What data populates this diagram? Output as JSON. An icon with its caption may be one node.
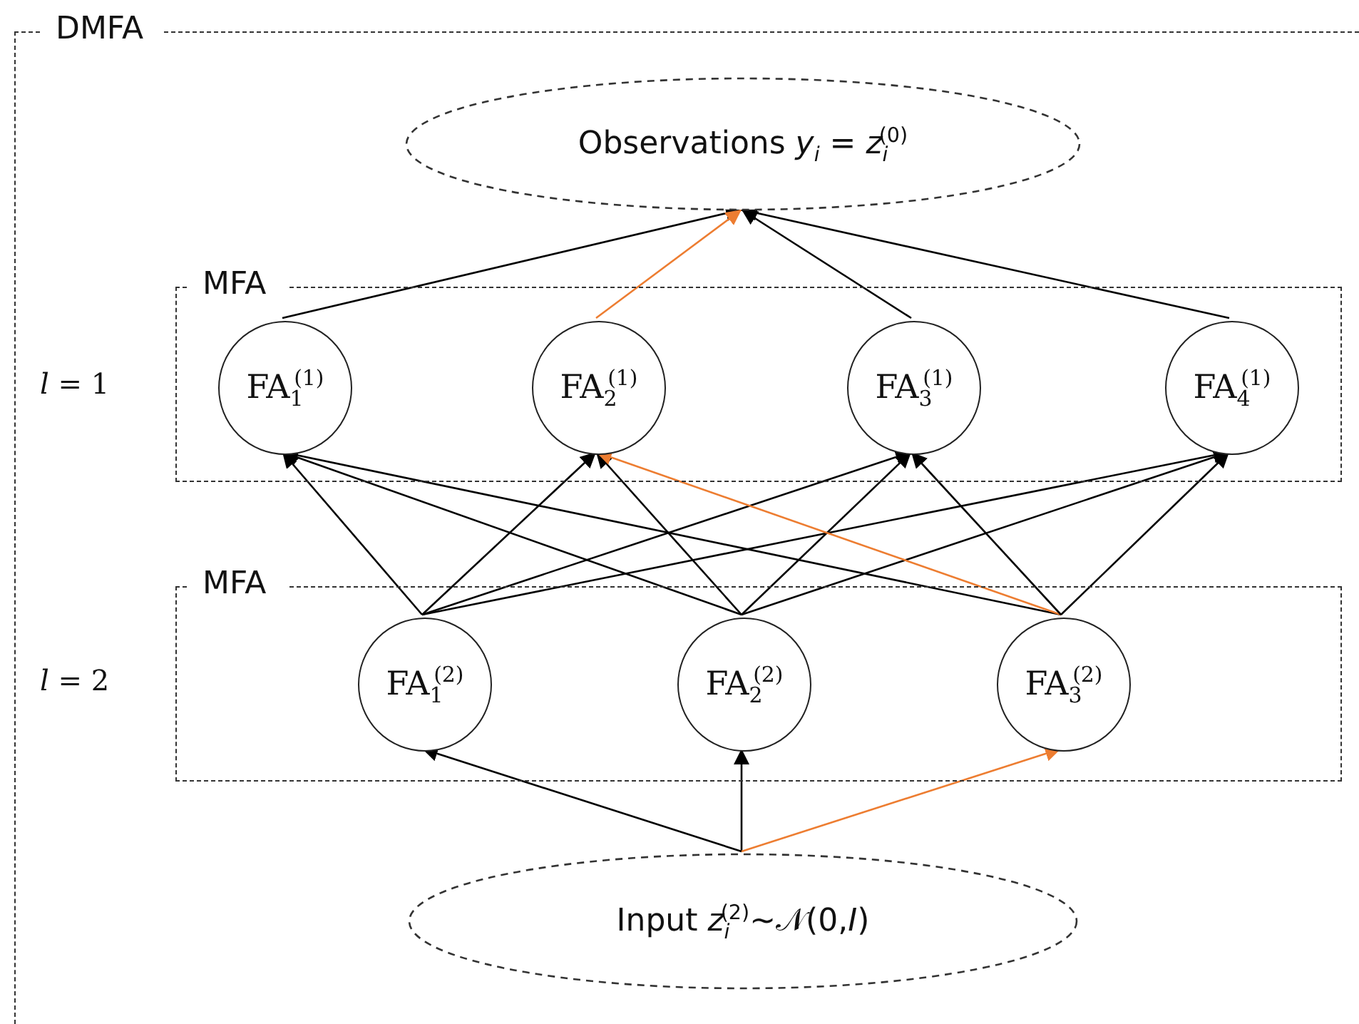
{
  "diagram": {
    "nodes": [
      {
        "text": [
          "DMFA"
        ]
      },
      {
        "text": [
          "Observations *y*$_{i}$ = *z*$_{i}$$^{(0)}$"
        ],
        "in": 0
      },
      {
        "text": [
          "MFA"
        ],
        "in": 0
      },
      {
        "text": [
          "FA$_{1}$$^{(1)}$"
        ],
        "in": 2
      },
      {
        "text": [
          "FA$_{2}$$^{(1)}$"
        ],
        "in": 2
      },
      {
        "text": [
          "FA$_{3}$$^{(1)}$"
        ],
        "in": 2
      },
      {
        "text": [
          "FA$_{4}$$^{(1)}$"
        ],
        "in": 2
      },
      {
        "text": [
          "MFA"
        ],
        "in": 0
      },
      {
        "text": [
          "FA$_{1}$$^{(2)}$"
        ],
        "in": 7
      },
      {
        "text": [
          "FA$_{2}$$^{(2)}$"
        ],
        "in": 7
      },
      {
        "text": [
          "FA$_{3}$$^{(2)}$"
        ],
        "in": 7
      },
      {
        "text": [
          "Input *z*$_{i}$$^{(2)}$~𝒩(0,*I*)"
        ],
        "in": 0
      }
    ],
    "edges": [
      {
        "from": 3,
        "to": 1,
        "arrow": "to"
      },
      {
        "from": 4,
        "to": 1,
        "arrow": "to",
        "color": "#ed7d31"
      },
      {
        "from": 5,
        "to": 1,
        "arrow": "to"
      },
      {
        "from": 6,
        "to": 1,
        "arrow": "to"
      },
      {
        "from": 8,
        "to": 3,
        "arrow": "to"
      },
      {
        "from": 8,
        "to": 4,
        "arrow": "to"
      },
      {
        "from": 8,
        "to": 5,
        "arrow": "to"
      },
      {
        "from": 8,
        "to": 6,
        "arrow": "to"
      },
      {
        "from": 9,
        "to": 3,
        "arrow": "to"
      },
      {
        "from": 9,
        "to": 4,
        "arrow": "to"
      },
      {
        "from": 9,
        "to": 5,
        "arrow": "to"
      },
      {
        "from": 9,
        "to": 6,
        "arrow": "to"
      },
      {
        "from": 10,
        "to": 3,
        "arrow": "to"
      },
      {
        "from": 10,
        "to": 4,
        "arrow": "to",
        "color": "#ed7d31"
      },
      {
        "from": 10,
        "to": 5,
        "arrow": "to"
      },
      {
        "from": 10,
        "to": 6,
        "arrow": "to"
      },
      {
        "from": 11,
        "to": 8,
        "arrow": "to"
      },
      {
        "from": 11,
        "to": 9,
        "arrow": "to"
      },
      {
        "from": 11,
        "to": 10,
        "arrow": "to",
        "color": "#ed7d31"
      }
    ],
    "labels": [
      "*l* = 1",
      "*l* = 2"
    ]
  }
}
